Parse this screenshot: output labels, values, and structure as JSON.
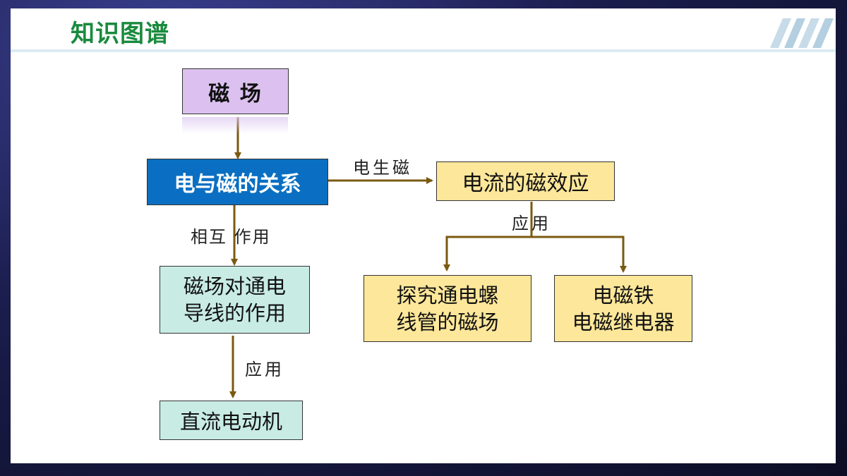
{
  "header": {
    "title": "知识图谱"
  },
  "diagram": {
    "nodes": {
      "magnetic_field": "磁 场",
      "relation": "电与磁的关系",
      "current_effect": "电流的磁效应",
      "force_line1": "磁场对通电",
      "force_line2": "导线的作用",
      "dc_motor": "直流电动机",
      "solenoid_line1": "探究通电螺",
      "solenoid_line2": "线管的磁场",
      "electromagnet_line1": "电磁铁",
      "electromagnet_line2": "电磁继电器"
    },
    "edges": {
      "electricity_to_magnetism": "电生磁",
      "interaction": "相互 作用",
      "application_left": "应用",
      "application_right": "应用"
    }
  },
  "colors": {
    "title": "#1a8a3e",
    "magnetic_field_fill": "#dcc1f0",
    "relation_fill": "#0a6fc2",
    "yellow_fill": "#fde79a",
    "teal_fill": "#c8ece4",
    "arrow": "#7a5a10"
  }
}
